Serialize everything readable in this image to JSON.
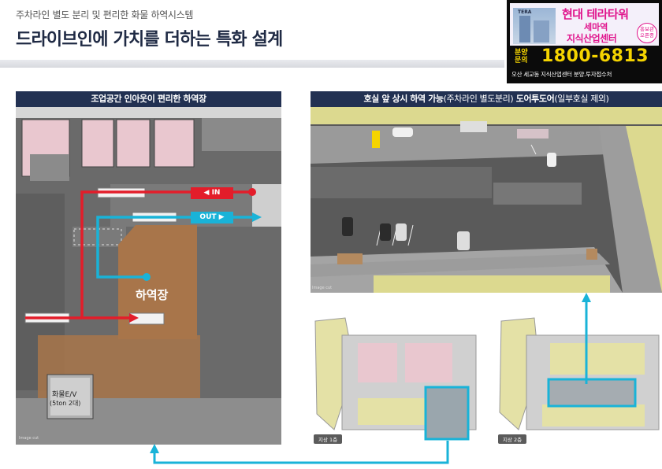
{
  "header": {
    "eyebrow": "주차라인 별도 분리 및 편리한 화물 하역시스템",
    "title": "드라이브인에 가치를 더하는 특화 설계"
  },
  "ad": {
    "logo": "TERA",
    "brand": "현대 테라타워",
    "sub_line1": "세마역",
    "sub_line2": "지식산업센터",
    "badge": "홍보관 오픈중",
    "phone_label": "분양 문의",
    "phone": "1800-6813",
    "footer": "오산 세교동 지식산업센터 분양.투자접수처"
  },
  "left_panel": {
    "title": "조업공간 인아웃이 편리한 하역장",
    "in_label": "◀ IN",
    "out_label": "OUT ▶",
    "area_label": "하역장",
    "lift_label": "화물E/V",
    "lift_sub": "(5ton 2대)",
    "watermark": "Image cut"
  },
  "right_panel": {
    "title_bold1": "호실 앞 상시 하역 가능",
    "title_note1": "(주차라인 별도분리)",
    "title_bold2": " 도어투도어",
    "title_note2": "(일부호실 제외)",
    "watermark": "Image cut"
  },
  "minimaps": [
    {
      "label": "지상 1층"
    },
    {
      "label": "지상 2층"
    }
  ],
  "colors": {
    "navy": "#223152",
    "in_red": "#e31d2a",
    "out_cyan": "#19b3d8",
    "loading_brown": "#a8754a",
    "accent_pink": "#e0148c",
    "ad_yellow": "#f5d400"
  }
}
